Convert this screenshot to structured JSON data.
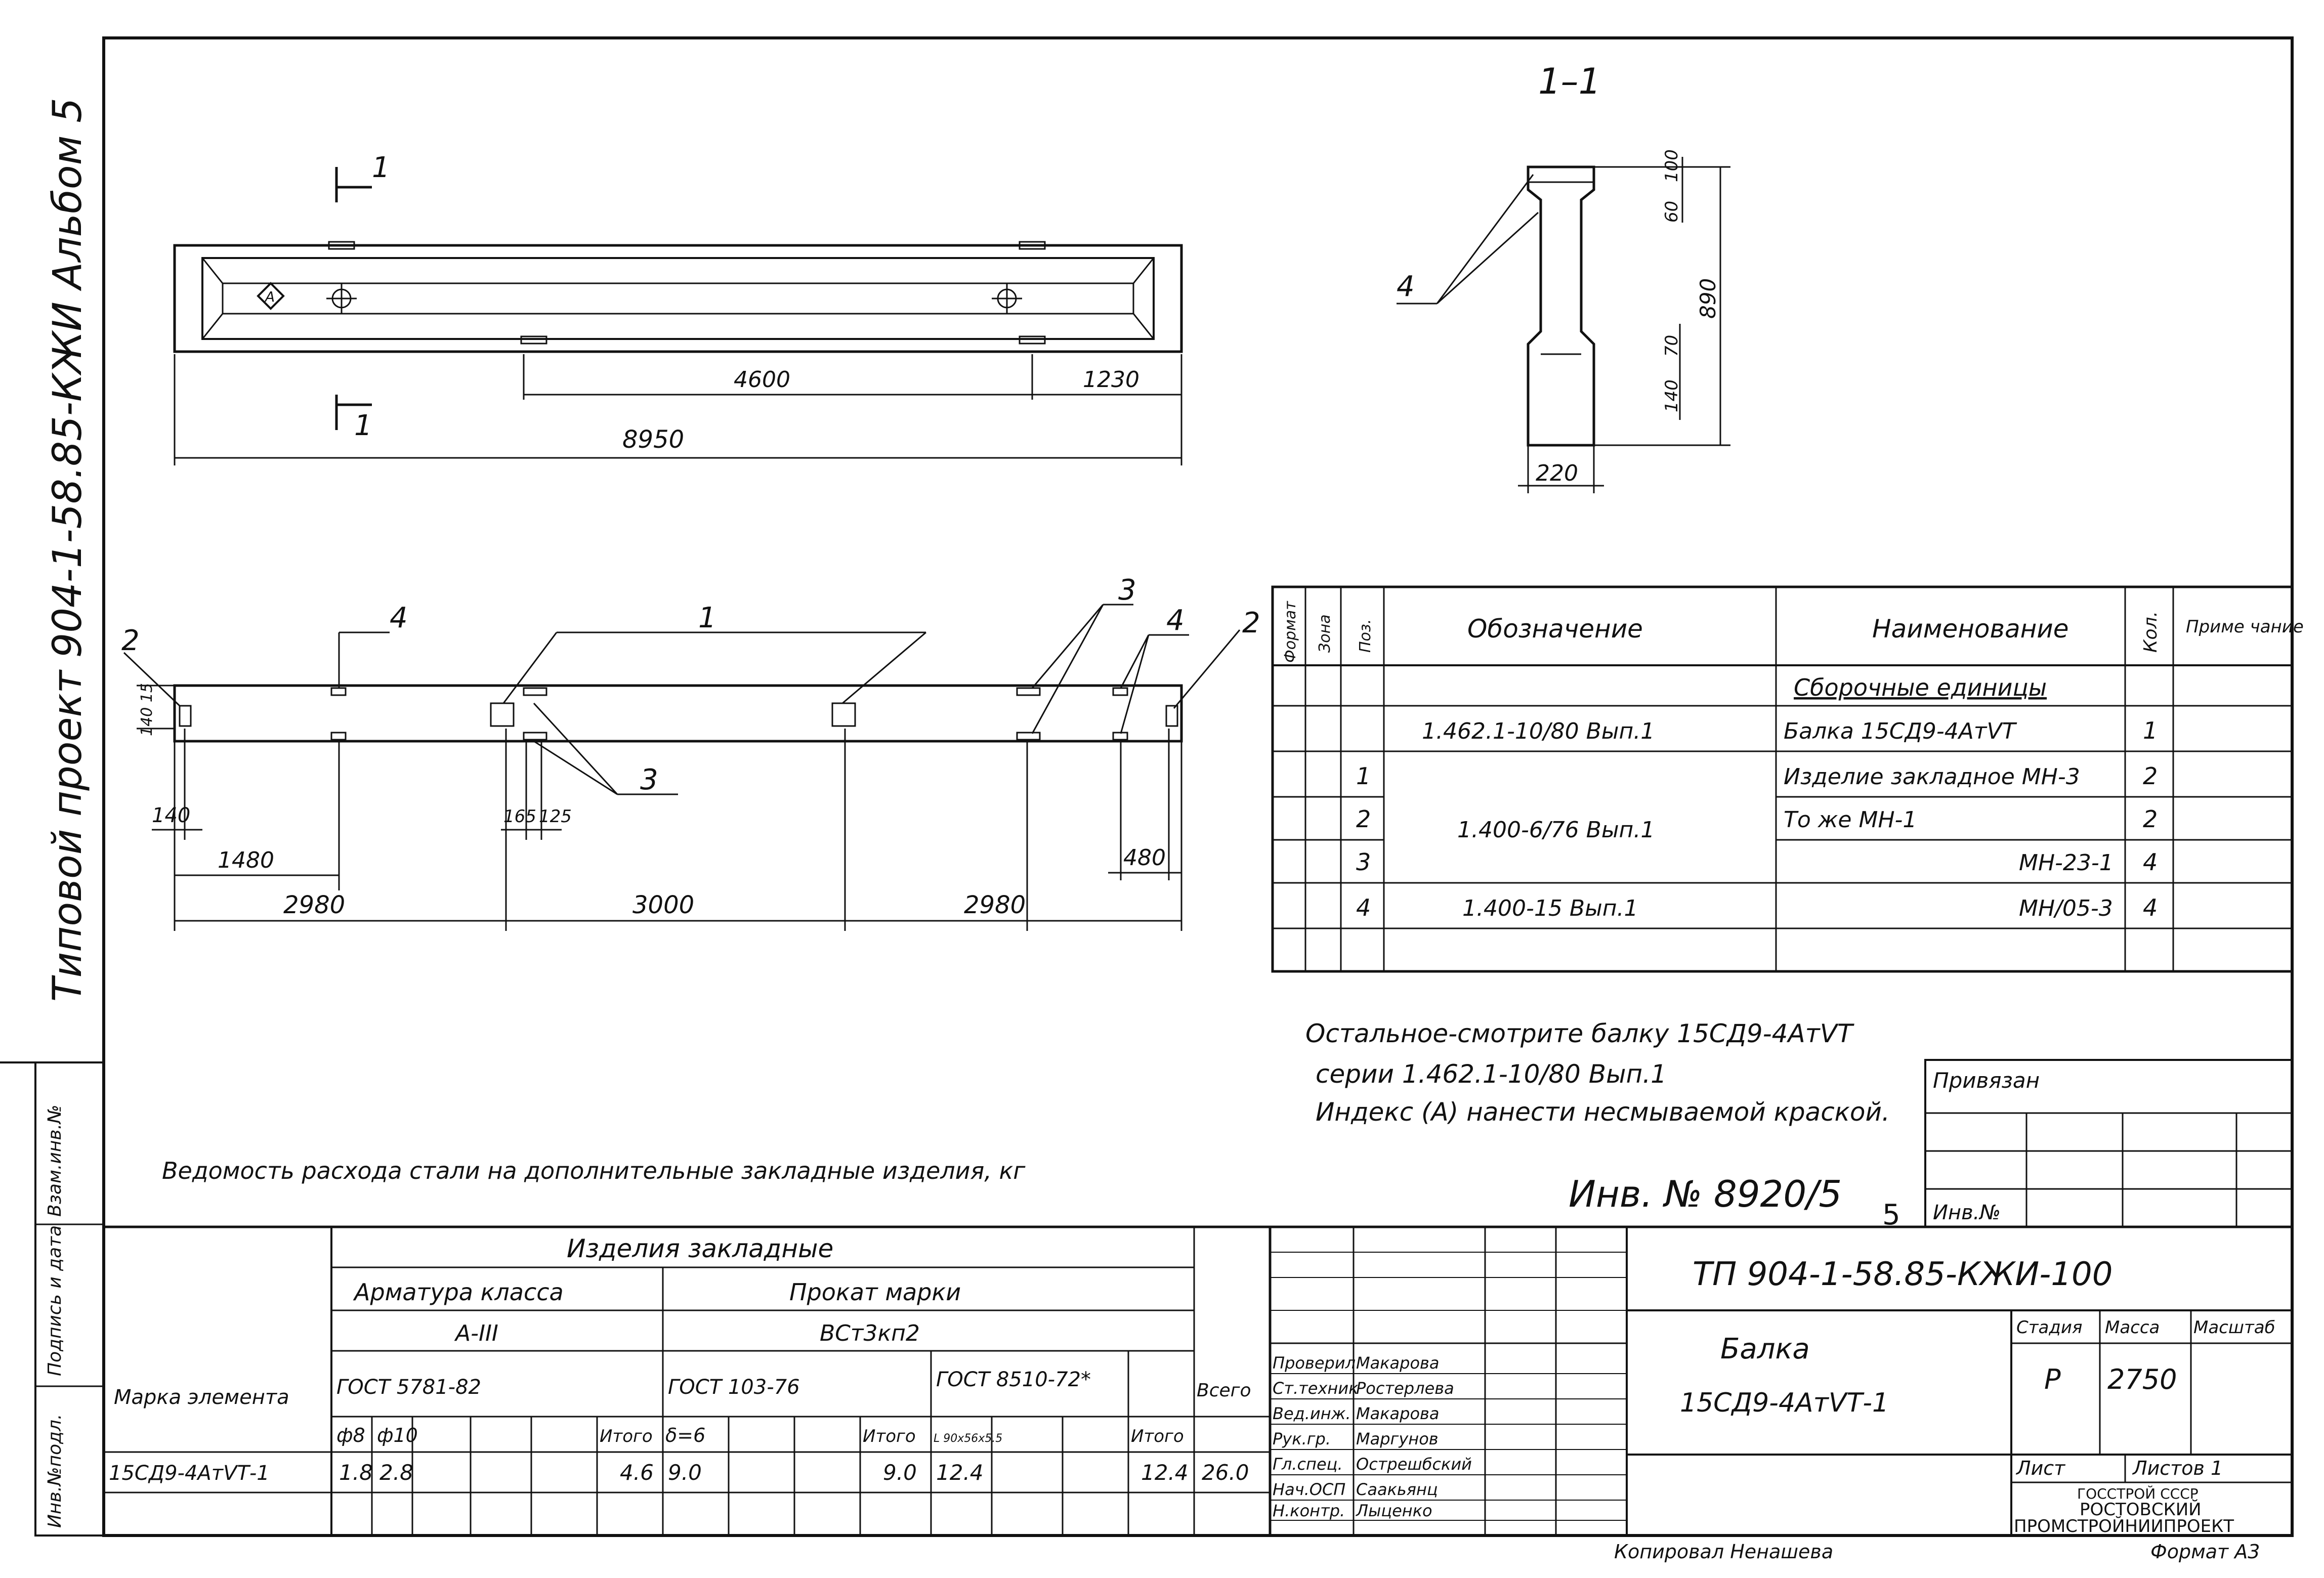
{
  "side_title": "Типовой проект 904-1-58.85-КЖИ Альбом 5",
  "section_label": "1–1",
  "dims": {
    "len_4600": "4600",
    "len_1230": "1230",
    "len_8950": "8950",
    "sec_100": "100",
    "sec_60": "60",
    "sec_890": "890",
    "sec_70": "70",
    "sec_140": "140",
    "sec_220": "220",
    "e_140_15": "140 15",
    "e_140": "140",
    "e_1480": "1480",
    "e_2980a": "2980",
    "e_3000": "3000",
    "e_2980b": "2980",
    "e_480": "480",
    "e_165": "165",
    "e_125": "125"
  },
  "cut_marks": {
    "top": "1",
    "bottom": "1"
  },
  "callouts": {
    "c1": "1",
    "c2a": "2",
    "c2b": "2",
    "c3a": "3",
    "c3b": "3",
    "c4a": "4",
    "c4b": "4",
    "c4s": "4"
  },
  "spec": {
    "headers": {
      "format": "Формат",
      "zone": "Зона",
      "pos": "Поз.",
      "designation": "Обозначение",
      "name": "Наименование",
      "qty": "Кол.",
      "note": "Приме чание"
    },
    "section_title": "Сборочные единицы",
    "rows": [
      {
        "pos": "",
        "designation": "1.462.1-10/80 Вып.1",
        "name": "Балка 15СД9-4АтVТ",
        "qty": "1"
      },
      {
        "pos": "1",
        "designation": "",
        "name": "Изделие закладное МН-3",
        "qty": "2"
      },
      {
        "pos": "2",
        "designation": "1.400-6/76 Вып.1",
        "name": "То же      МН-1",
        "qty": "2"
      },
      {
        "pos": "3",
        "designation": "",
        "name": "МН-23-1",
        "qty": "4"
      },
      {
        "pos": "4",
        "designation": "1.400-15 Вып.1",
        "name": "МН/05-3",
        "qty": "4"
      }
    ]
  },
  "notes": [
    "Остальное-смотрите балку 15СД9-4АтVТ",
    "серии 1.462.1-10/80 Вып.1",
    "Индекс (А) нанести несмываемой краской."
  ],
  "privyazan": "Привязан",
  "inv_no_label": "Инв.№",
  "inv_handwritten": "Инв. № 8920/5",
  "sheet_num": "5",
  "steel_title": "Ведомость расхода стали на дополнительные закладные изделия, кг",
  "steel": {
    "izdelia": "Изделия закладные",
    "armatura": "Арматура класса",
    "prokat": "Прокат марки",
    "a3": "А-III",
    "vst": "ВСт3кп2",
    "marka": "Марка элемента",
    "gost1": "ГОСТ 5781-82",
    "gost2": "ГОСТ 103-76",
    "gost3": "ГОСТ 8510-72*",
    "vsego": "Всего",
    "d8": "ф8",
    "d10": "ф10",
    "itogo": "Итого",
    "delta": "δ=6",
    "ugol": "L 90x56x5.5",
    "row": {
      "marka": "15СД9-4АтVТ-1",
      "d8": "1.8",
      "d10": "2.8",
      "it1": "4.6",
      "delta": "9.0",
      "it2": "9.0",
      "ugol": "12.4",
      "it3": "12.4",
      "vsego": "26.0"
    }
  },
  "people": [
    {
      "role": "Проверил",
      "name": "Макарова"
    },
    {
      "role": "Ст.техник",
      "name": "Ростерлева"
    },
    {
      "role": "Вед.инж.",
      "name": "Макарова"
    },
    {
      "role": "Рук.гр.",
      "name": "Маргунов"
    },
    {
      "role": "Гл.спец.",
      "name": "Острешбский"
    },
    {
      "role": "Нач.ОСП",
      "name": "Саакьянц"
    },
    {
      "role": "Н.контр.",
      "name": "Лыценко"
    }
  ],
  "stamp": {
    "code": "ТП 904-1-58.85-КЖИ-100",
    "title1": "Балка",
    "title2": "15СД9-4АтVТ-1",
    "stadia": "Стадия",
    "massa": "Масса",
    "masshtab": "Масштаб",
    "stadia_v": "Р",
    "massa_v": "2750",
    "list": "Лист",
    "listov": "Листов 1",
    "org1": "ГОССТРОЙ СССР",
    "org2": "РОСТОВСКИЙ",
    "org3": "ПРОМСТРОЙНИИПРОЕКТ"
  },
  "left_strip": [
    "Инв.№подл.",
    "Подпись и дата",
    "Взам.инв.№"
  ],
  "kopiroval": "Копировал  Ненашева",
  "format": "Формат А3"
}
